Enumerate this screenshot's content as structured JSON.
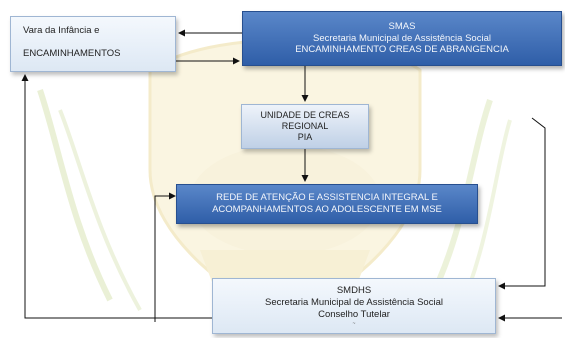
{
  "diagram": {
    "vara": {
      "line1": "Vara da Infância e",
      "line2": "ENCAMINHAMENTOS"
    },
    "smas": {
      "line1": "SMAS",
      "line2": "Secretaria Municipal de Assistência Social",
      "line3": "ENCAMINHAMENTO CREAS DE ABRANGENCIA"
    },
    "creas": {
      "line1": "UNIDADE DE CREAS",
      "line2": "REGIONAL",
      "line3": "PIA"
    },
    "rede": {
      "line1": "REDE DE ATENÇÃO E ASSISTENCIA INTEGRAL E",
      "line2": "ACOMPANHAMENTOS AO ADOLESCENTE EM MSE"
    },
    "smdhs": {
      "line1": "SMDHS",
      "line2": "Secretaria Municipal de Assistência Social",
      "line3": "Conselho Tutelar",
      "line4": "~"
    }
  },
  "colors": {
    "blue_box": "#3b6bb5",
    "light_box": "#e8eff8",
    "arrow": "#111111",
    "watermark_green": "#d7e2b3",
    "watermark_yellow": "#f2e6b8"
  }
}
